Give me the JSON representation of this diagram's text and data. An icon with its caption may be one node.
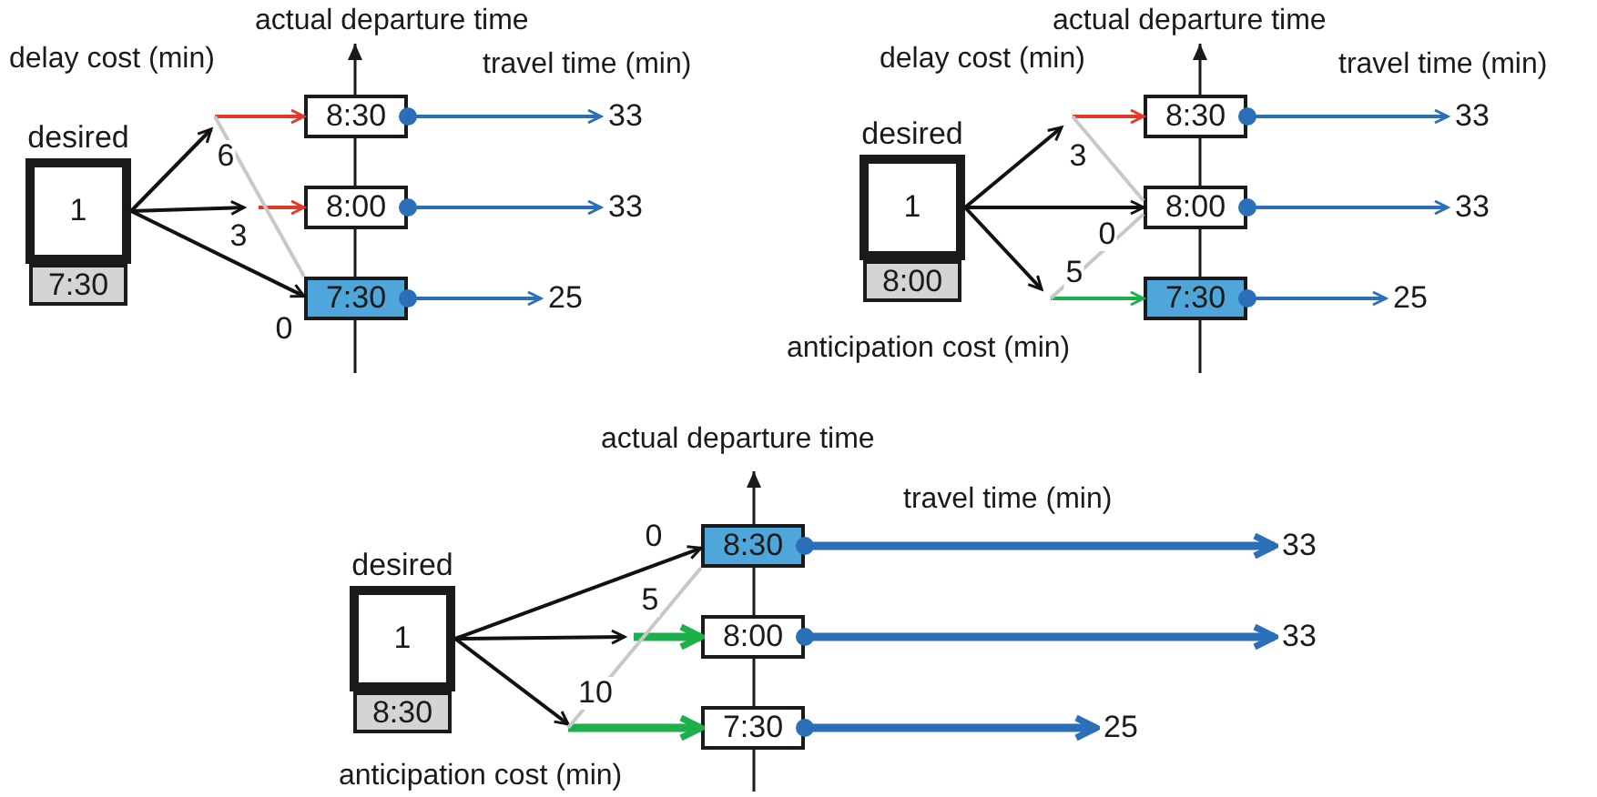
{
  "diagram": {
    "nodes": [
      {
        "text": [
          "desired",
          "1"
        ]
      },
      {
        "text": [
          "7:30"
        ]
      },
      {
        "text": [
          "8:30"
        ]
      },
      {
        "text": [
          "8:00"
        ]
      },
      {
        "text": [
          "7:30"
        ]
      },
      {
        "text": [
          "33"
        ]
      },
      {
        "text": [
          "33"
        ]
      },
      {
        "text": [
          "25"
        ]
      },
      {
        "text": [
          "desired",
          "1"
        ]
      },
      {
        "text": [
          "8:00"
        ]
      },
      {
        "text": [
          "8:30"
        ]
      },
      {
        "text": [
          "8:00"
        ]
      },
      {
        "text": [
          "7:30"
        ]
      },
      {
        "text": [
          "33"
        ]
      },
      {
        "text": [
          "33"
        ]
      },
      {
        "text": [
          "25"
        ]
      },
      {
        "text": [
          "desired",
          "1"
        ]
      },
      {
        "text": [
          "8:30"
        ]
      },
      {
        "text": [
          "8:30"
        ]
      },
      {
        "text": [
          "8:00"
        ]
      },
      {
        "text": [
          "7:30"
        ]
      },
      {
        "text": [
          "33"
        ]
      },
      {
        "text": [
          "33"
        ]
      },
      {
        "text": [
          "25"
        ]
      }
    ],
    "edges": [
      {
        "from": 0,
        "to": null,
        "arrow": "to",
        "label": "6"
      },
      {
        "from": null,
        "to": 2,
        "arrow": "to",
        "color": "#e03a2a"
      },
      {
        "from": 0,
        "to": null,
        "arrow": "to",
        "label": "3"
      },
      {
        "from": null,
        "to": 3,
        "arrow": "to",
        "color": "#e03a2a"
      },
      {
        "from": 0,
        "to": 4,
        "arrow": "to",
        "label": "0"
      },
      {
        "from": null,
        "to": 4,
        "arrow": "none",
        "color": "#c8c8c8"
      },
      {
        "from": 2,
        "to": 5,
        "arrow": "to",
        "color": "#2a6fb8"
      },
      {
        "from": 3,
        "to": 6,
        "arrow": "to",
        "color": "#2a6fb8"
      },
      {
        "from": 4,
        "to": 7,
        "arrow": "to",
        "color": "#2a6fb8"
      },
      {
        "from": 8,
        "to": null,
        "arrow": "to",
        "label": "3"
      },
      {
        "from": null,
        "to": 10,
        "arrow": "to",
        "color": "#e03a2a"
      },
      {
        "from": 8,
        "to": 11,
        "arrow": "to",
        "label": "0"
      },
      {
        "from": 8,
        "to": null,
        "arrow": "to",
        "label": "5"
      },
      {
        "from": null,
        "to": 12,
        "arrow": "to",
        "color": "#1db04a"
      },
      {
        "from": null,
        "to": 11,
        "arrow": "none",
        "color": "#c8c8c8"
      },
      {
        "from": 11,
        "to": null,
        "arrow": "none",
        "color": "#c8c8c8"
      },
      {
        "from": 10,
        "to": 13,
        "arrow": "to",
        "color": "#2a6fb8"
      },
      {
        "from": 11,
        "to": 14,
        "arrow": "to",
        "color": "#2a6fb8"
      },
      {
        "from": 12,
        "to": 15,
        "arrow": "to",
        "color": "#2a6fb8"
      },
      {
        "from": 16,
        "to": 18,
        "arrow": "to",
        "label": "0"
      },
      {
        "from": 16,
        "to": null,
        "arrow": "to",
        "label": "5"
      },
      {
        "from": null,
        "to": 19,
        "arrow": "to",
        "style": "thick",
        "color": "#1db04a"
      },
      {
        "from": 16,
        "to": null,
        "arrow": "to",
        "label": "10"
      },
      {
        "from": null,
        "to": 20,
        "arrow": "to",
        "style": "thick",
        "color": "#1db04a"
      },
      {
        "from": 18,
        "to": null,
        "arrow": "none",
        "color": "#c8c8c8"
      },
      {
        "from": 18,
        "to": 21,
        "arrow": "to",
        "style": "thick",
        "color": "#2a6fb8"
      },
      {
        "from": 19,
        "to": 22,
        "arrow": "to",
        "style": "thick",
        "color": "#2a6fb8"
      },
      {
        "from": 20,
        "to": 23,
        "arrow": "to",
        "style": "thick",
        "color": "#2a6fb8"
      }
    ],
    "labels": [
      "actual departure time",
      "delay cost (min)",
      "travel time (min)",
      "actual departure time",
      "delay cost (min)",
      "travel time (min)",
      "anticipation cost (min)",
      "actual departure time",
      "travel time (min)",
      "anticipation cost (min)"
    ]
  }
}
